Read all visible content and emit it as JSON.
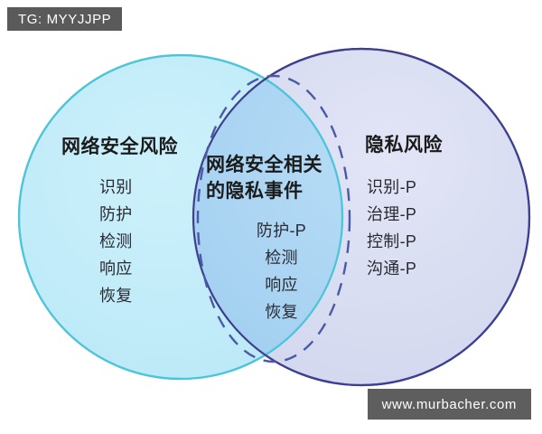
{
  "badge": {
    "label": "TG: MYYJJPP"
  },
  "watermark": {
    "label": "www.murbacher.com"
  },
  "chart_data": {
    "type": "diagram",
    "diagram_type": "venn",
    "title": "",
    "sets": [
      {
        "id": "left",
        "title": "网络安全风险",
        "items": [
          "识别",
          "防护",
          "检测",
          "响应",
          "恢复"
        ],
        "fill": "#c3ecf8",
        "stroke": "#4cc5d8"
      },
      {
        "id": "right",
        "title": "隐私风险",
        "items": [
          "识别-P",
          "治理-P",
          "控制-P",
          "沟通-P"
        ],
        "fill": "#dadef2",
        "stroke": "#3f3f8f"
      }
    ],
    "intersection": {
      "id": "center",
      "title_line1": "网络安全相关",
      "title_line2": "的隐私事件",
      "items": [
        "防护-P",
        "检测",
        "响应",
        "恢复"
      ],
      "fill": "#a9d3f2",
      "stroke": "#4a5aa8",
      "stroke_style": "dashed"
    },
    "background": "#ffffff"
  }
}
